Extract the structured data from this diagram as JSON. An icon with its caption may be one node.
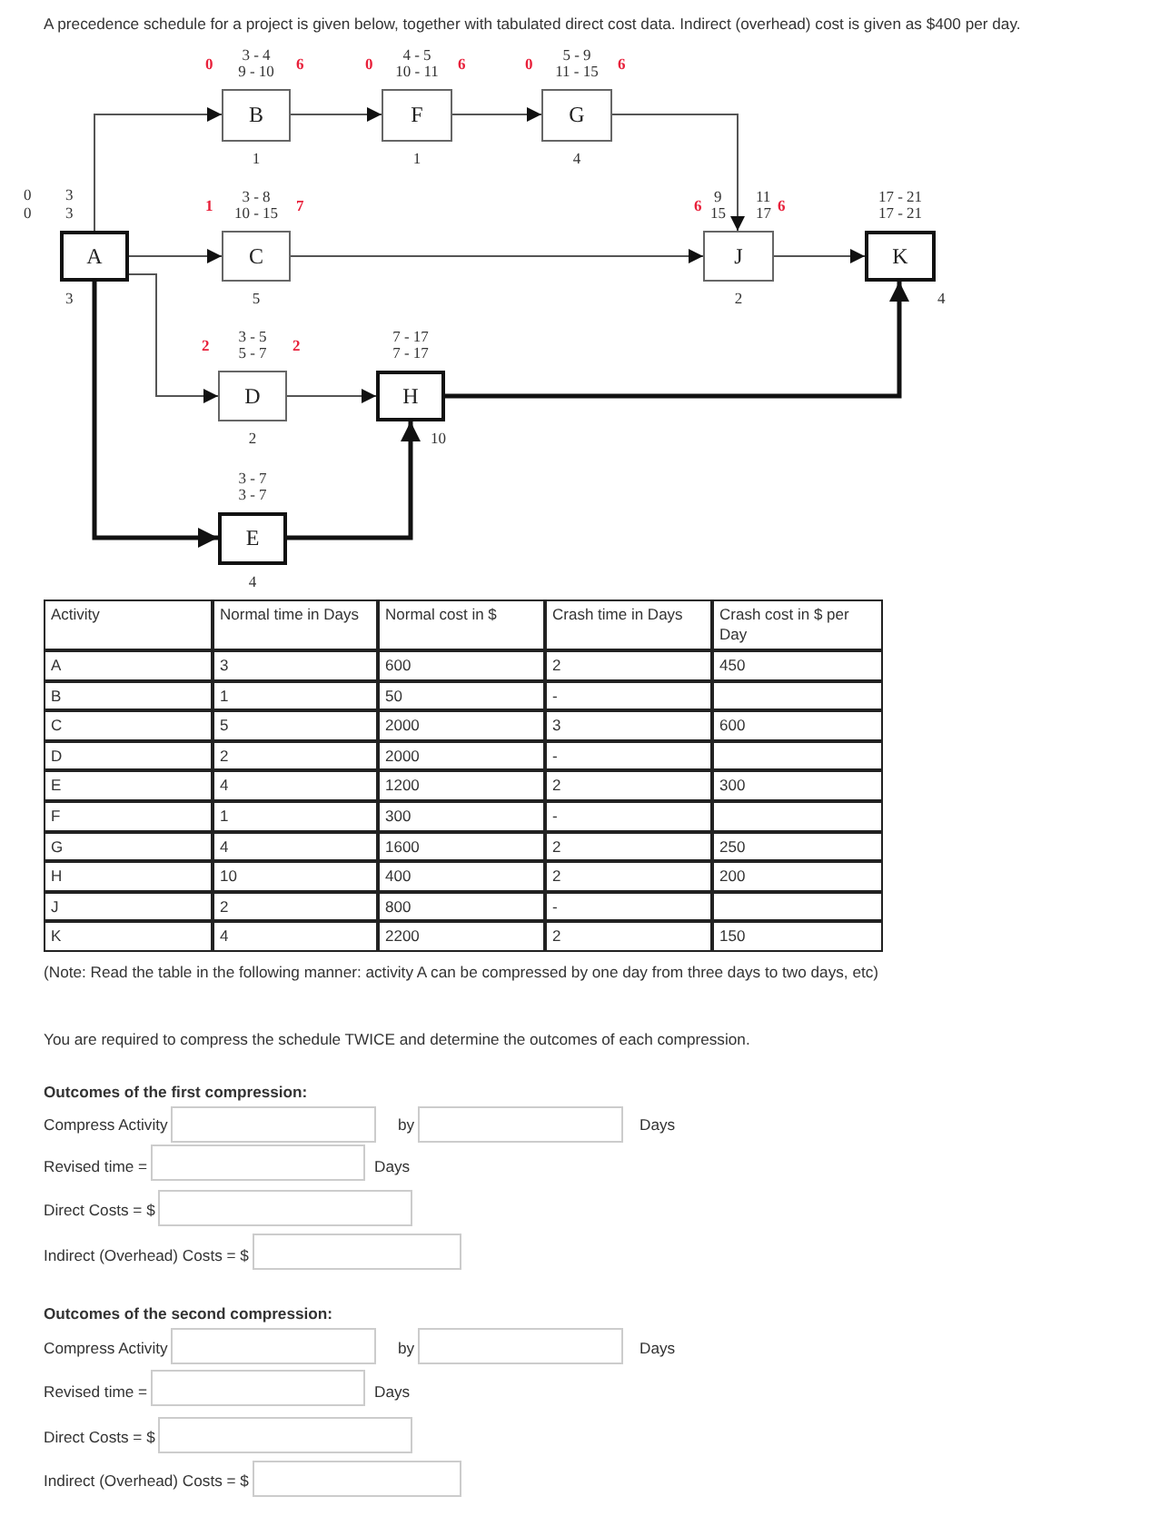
{
  "diagram": {
    "title": "A precedence schedule for a project is given below, together with tabulated direct cost data. Indirect (overhead) cost is given as $400 per day.",
    "nodes": [
      {
        "text": [
          "A"
        ],
        "beside": [
          "0",
          "0",
          "3",
          "3",
          "3"
        ]
      },
      {
        "text": [
          "B"
        ],
        "beside": [
          "0",
          "3 - 4",
          "9 - 10",
          "6",
          "1"
        ]
      },
      {
        "text": [
          "C"
        ],
        "beside": [
          "1",
          "3 - 8",
          "10 - 15",
          "7",
          "5"
        ]
      },
      {
        "text": [
          "D"
        ],
        "beside": [
          "2",
          "3 - 5",
          "5 - 7",
          "2",
          "2"
        ]
      },
      {
        "text": [
          "E"
        ],
        "beside": [
          "3 - 7",
          "3 - 7",
          "4"
        ]
      },
      {
        "text": [
          "F"
        ],
        "beside": [
          "0",
          "4 - 5",
          "10 - 11",
          "6",
          "1"
        ]
      },
      {
        "text": [
          "G"
        ],
        "beside": [
          "0",
          "5 - 9",
          "11 - 15",
          "6",
          "4"
        ]
      },
      {
        "text": [
          "H"
        ],
        "beside": [
          "7 - 17",
          "7 - 17",
          "10"
        ]
      },
      {
        "text": [
          "J"
        ],
        "beside": [
          "6",
          "9",
          "15",
          "11",
          "17",
          "6",
          "2"
        ]
      },
      {
        "text": [
          "K"
        ],
        "beside": [
          "17 - 21",
          "17 - 21",
          "4"
        ]
      }
    ],
    "edges": [
      {
        "from": 0,
        "to": 1,
        "arrow": "to"
      },
      {
        "from": 0,
        "to": 2,
        "arrow": "to"
      },
      {
        "from": 0,
        "to": 3,
        "arrow": "to"
      },
      {
        "from": 0,
        "to": 4,
        "arrow": "to",
        "style": "thick"
      },
      {
        "from": 1,
        "to": 5,
        "arrow": "to"
      },
      {
        "from": 5,
        "to": 6,
        "arrow": "to"
      },
      {
        "from": 6,
        "to": 8,
        "arrow": "to"
      },
      {
        "from": 2,
        "to": 8,
        "arrow": "to"
      },
      {
        "from": 8,
        "to": 9,
        "arrow": "to"
      },
      {
        "from": 3,
        "to": 7,
        "arrow": "to"
      },
      {
        "from": 4,
        "to": 7,
        "arrow": "to",
        "style": "thick"
      },
      {
        "from": 7,
        "to": 9,
        "arrow": "to",
        "style": "thick"
      }
    ],
    "labels": [
      "Activity",
      "Normal time in Days",
      "Normal cost in $",
      "Crash time in Days",
      "Crash cost in $ per Day",
      "A",
      "3",
      "600",
      "2",
      "450",
      "B",
      "1",
      "50",
      "-",
      "C",
      "5",
      "2000",
      "3",
      "600",
      "D",
      "2",
      "2000",
      "-",
      "E",
      "4",
      "1200",
      "2",
      "300",
      "F",
      "1",
      "300",
      "-",
      "G",
      "4",
      "1600",
      "2",
      "250",
      "H",
      "10",
      "400",
      "2",
      "200",
      "J",
      "2",
      "800",
      "-",
      "K",
      "4",
      "2200",
      "2",
      "150",
      "(Note: Read the table in the following manner: activity A can be compressed by one day from three days to two days, etc)",
      "You are required to compress the schedule TWICE and determine the outcomes of each compression.",
      "Outcomes of the first compression:",
      "Compress Activity",
      "by",
      "Days",
      "Revised time =",
      "Days",
      "Direct Costs = $",
      "Indirect (Overhead) Costs = $",
      "Outcomes of the second compression:",
      "Compress Activity",
      "by",
      "Days",
      "Revised time =",
      "Days",
      "Direct Costs = $",
      "Indirect (Overhead) Costs = $"
    ]
  }
}
